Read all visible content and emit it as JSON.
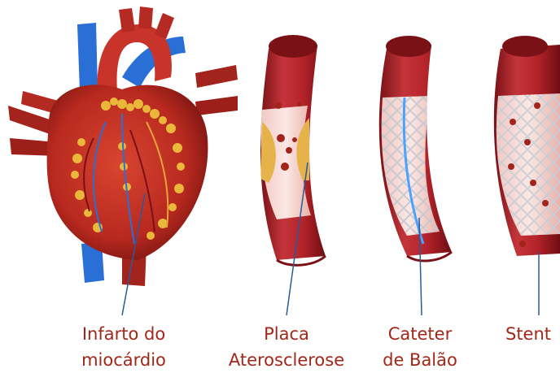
{
  "labels": {
    "infarto": {
      "line1": "Infarto do",
      "line2": "miocárdio"
    },
    "placa": {
      "line1": "Placa",
      "line2": "Aterosclerose"
    },
    "cateter": {
      "line1": "Cateter",
      "line2": "de Balão"
    },
    "stent": {
      "line1": "Stent"
    }
  },
  "colors": {
    "label_text": "#a0281a",
    "vessel_red": "#b5232a",
    "vessel_dark": "#7a1116",
    "vessel_light": "#d94a4a",
    "vein_blue": "#2a6fd6",
    "fat_yellow": "#e9b83a",
    "plaque": "#e6b24a",
    "mesh": "#d8dde6",
    "balloon_line": "#4aa3ff",
    "pointer_line": "#2a5a9a"
  }
}
